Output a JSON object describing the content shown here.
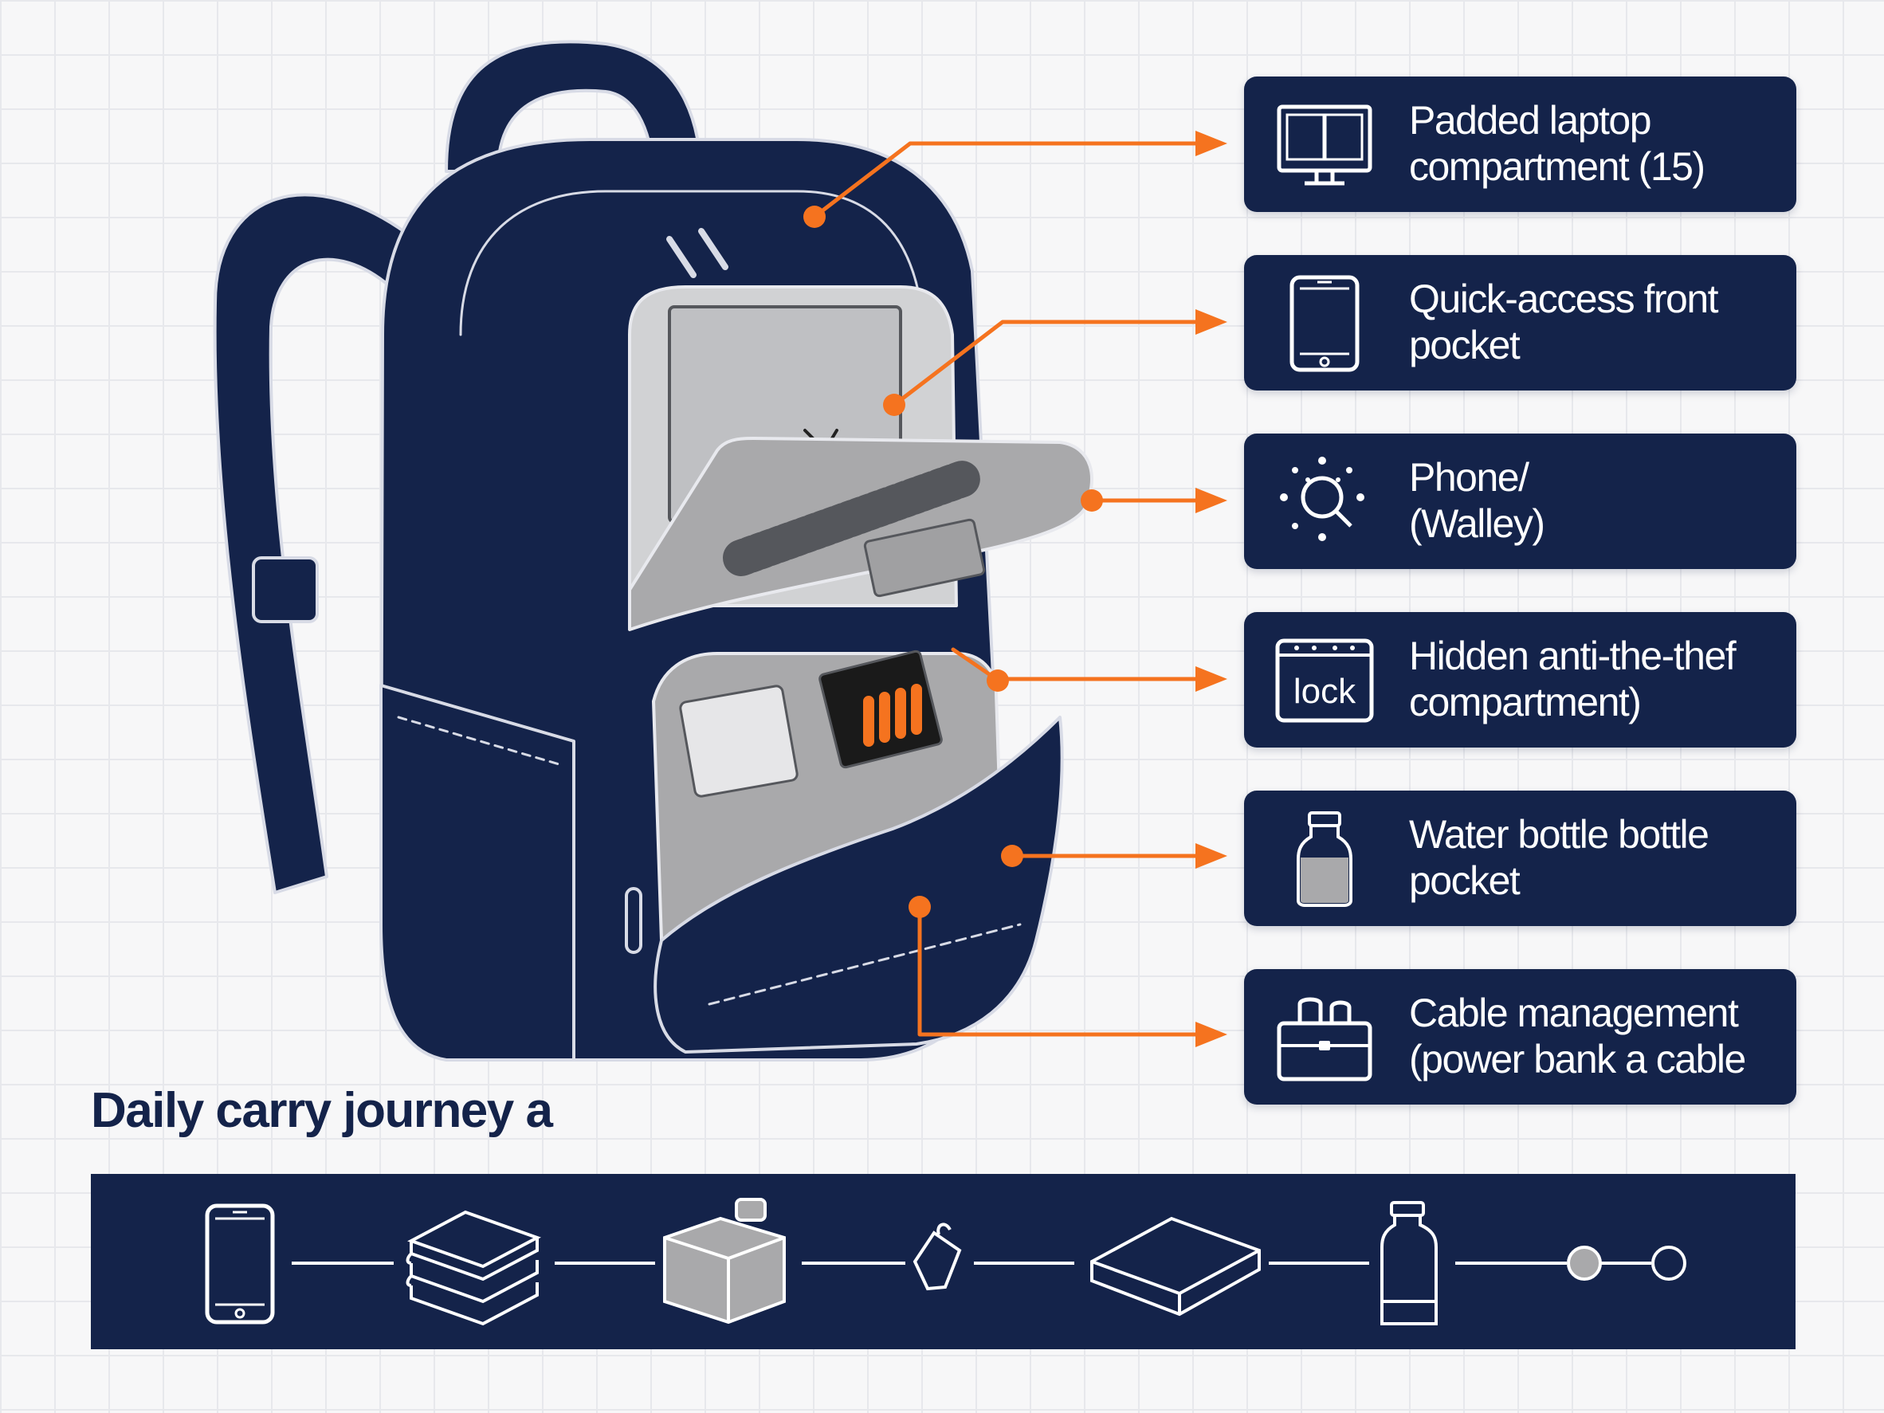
{
  "features": [
    {
      "icon": "laptop-monitor-icon",
      "lines": [
        "Padded laptop",
        "compartment (15)"
      ]
    },
    {
      "icon": "phone-icon",
      "lines": [
        "Quick-access front",
        "pocket"
      ]
    },
    {
      "icon": "sparkle-ring-icon",
      "lines": [
        "Phone/",
        "(Walley)"
      ]
    },
    {
      "icon": "lock-calendar-icon",
      "icon_text": "lock",
      "lines": [
        "Hidden anti-the-thef",
        "compartment)"
      ]
    },
    {
      "icon": "water-bottle-icon",
      "lines": [
        "Water bottle bottle",
        "pocket"
      ]
    },
    {
      "icon": "briefcase-icon",
      "lines": [
        "Cable management",
        "(power bank a cable"
      ]
    }
  ],
  "journey": {
    "heading": "Daily carry journey a",
    "steps": [
      "phone-icon",
      "stacked-notebooks-icon",
      "power-bank-icon",
      "cup-icon",
      "pouch-icon",
      "bottle-icon",
      "filled-dot-icon",
      "empty-dot-icon"
    ]
  },
  "colors": {
    "navy": "#14234a",
    "orange": "#f5731f",
    "grey_fill": "#a9a9ab",
    "white": "#ffffff"
  }
}
